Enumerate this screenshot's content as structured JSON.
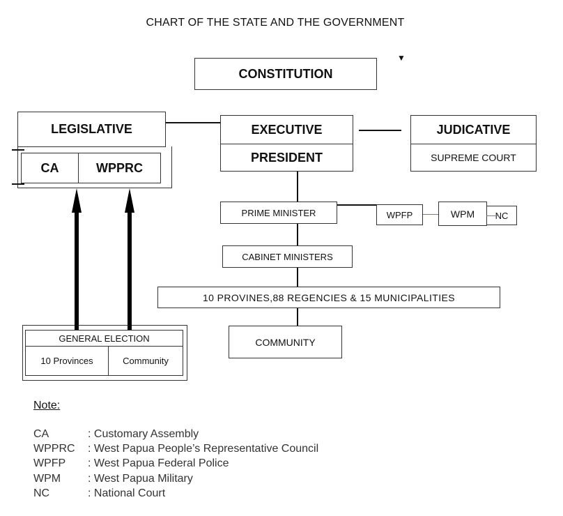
{
  "title": "CHART OF THE STATE AND THE GOVERNMENT",
  "nodes": {
    "constitution": "CONSTITUTION",
    "legislative": "LEGISLATIVE",
    "ca": "CA",
    "wpprc": "WPPRC",
    "executive": "EXECUTIVE",
    "president": "PRESIDENT",
    "judicative": "JUDICATIVE",
    "supreme_court": "SUPREME COURT",
    "prime_minister": "PRIME MINISTER",
    "wpfp": "WPFP",
    "wpm": "WPM",
    "nc": "NC",
    "cabinet_ministers": "CABINET MINISTERS",
    "provinces": "10 PROVINES,88 REGENCIES & 15 MUNICIPALITIES",
    "community": "COMMUNITY",
    "general_election": "GENERAL ELECTION",
    "ge_provinces": "10 Provinces",
    "ge_community": "Community"
  },
  "note": {
    "title": "Note:",
    "items": [
      {
        "abbr": "CA",
        "desc": ": Customary Assembly"
      },
      {
        "abbr": "WPPRC",
        "desc": ": West Papua People’s Representative Council"
      },
      {
        "abbr": "WPFP",
        "desc": ": West Papua Federal Police"
      },
      {
        "abbr": "WPM",
        "desc": ": West Papua Military"
      },
      {
        "abbr": "NC",
        "desc": ": National Court"
      }
    ]
  },
  "icons": {
    "marker": "black-down-triangle"
  }
}
